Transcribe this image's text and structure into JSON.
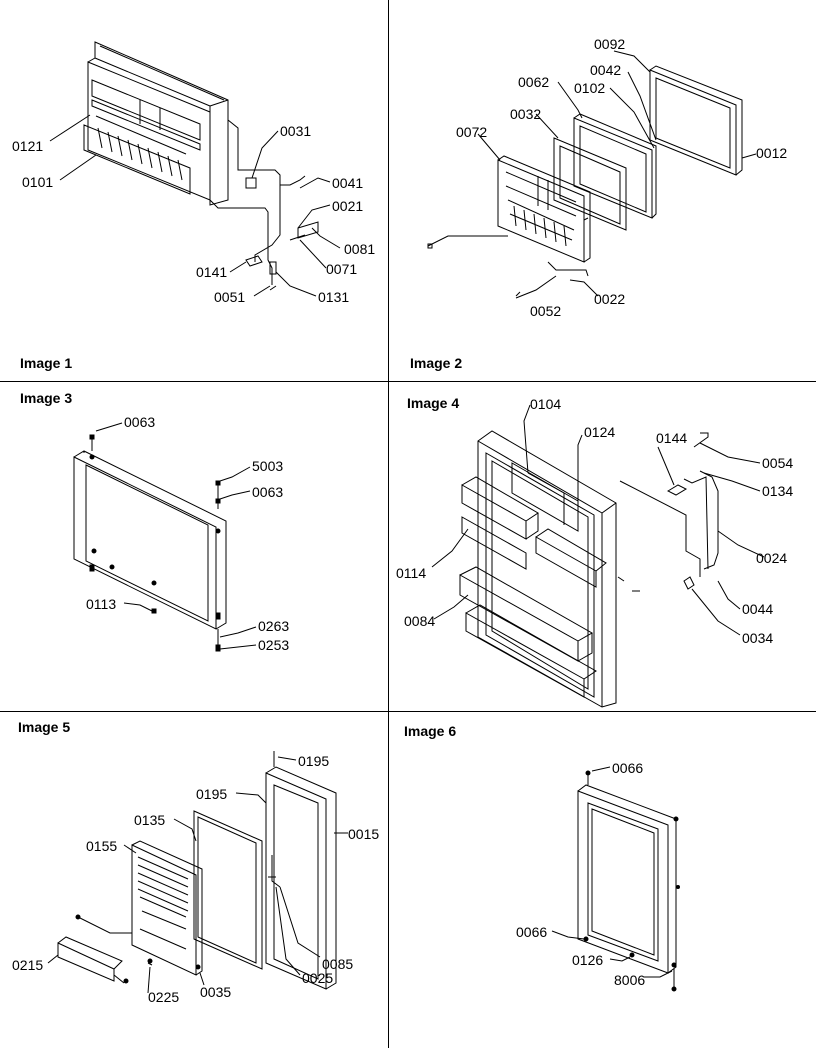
{
  "panels": [
    {
      "title": "Image 1",
      "callouts": [
        "0121",
        "0101",
        "0031",
        "0041",
        "0021",
        "0081",
        "0071",
        "0141",
        "0051",
        "0131"
      ]
    },
    {
      "title": "Image 2",
      "callouts": [
        "0092",
        "0042",
        "0062",
        "0102",
        "0032",
        "0072",
        "0012",
        "0052",
        "0022"
      ]
    },
    {
      "title": "Image 3",
      "callouts": [
        "0063",
        "5003",
        "0063",
        "0113",
        "0263",
        "0253"
      ]
    },
    {
      "title": "Image 4",
      "callouts": [
        "0104",
        "0124",
        "0144",
        "0054",
        "0134",
        "0024",
        "0114",
        "0044",
        "0084",
        "0034"
      ]
    },
    {
      "title": "Image 5",
      "callouts": [
        "0195",
        "0195",
        "0135",
        "0015",
        "0155",
        "0085",
        "0025",
        "0215",
        "0225",
        "0035"
      ]
    },
    {
      "title": "Image 6",
      "callouts": [
        "0066",
        "0066",
        "0126",
        "8006"
      ]
    }
  ],
  "colors": {
    "ink": "#000000",
    "paper": "#ffffff"
  }
}
